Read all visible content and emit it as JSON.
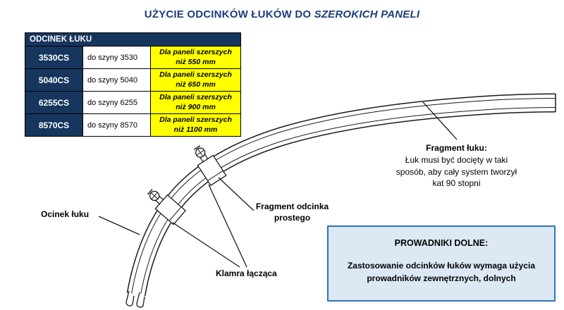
{
  "title": {
    "text": "UŻYCIE ODCINKÓW ŁUKÓW DO ",
    "emphasis": "SZEROKICH PANELI"
  },
  "table": {
    "header": "ODCINEK ŁUKU",
    "rows": [
      {
        "code": "3530CS",
        "rail": "do szyny 3530",
        "note": "Dla paneli szerszych\nniż 550 mm"
      },
      {
        "code": "5040CS",
        "rail": "do szyny 5040",
        "note": "Dla paneli szerszych\nniż 650 mm"
      },
      {
        "code": "6255CS",
        "rail": "do szyny 6255",
        "note": "Dla paneli szerszych\nniż 900 mm"
      },
      {
        "code": "8570CS",
        "rail": "do szyny 8570",
        "note": "Dla paneli szerszych\nniż 1100 mm"
      }
    ]
  },
  "diagram": {
    "callout_title": "Fragment łuku:",
    "callout_body": "Łuk musi być docięty w taki\nsposób, aby cały system tworzył\nkat 90 stopni",
    "label_arc": "Ocinek łuku",
    "label_straight": "Fragment odcinka\nprostego",
    "label_clamp": "Klamra łącząca"
  },
  "infobox": {
    "title": "PROWADNIKI DOLNE:",
    "body": "Zastosowanie odcinków łuków wymaga użycia\nprowadników zewnętrznych, dolnych"
  },
  "colors": {
    "navy": "#17365d",
    "yellow": "#ffff00",
    "title_blue": "#1c3e7d",
    "box_border": "#2e75b6",
    "box_bg": "#dce9f5"
  }
}
